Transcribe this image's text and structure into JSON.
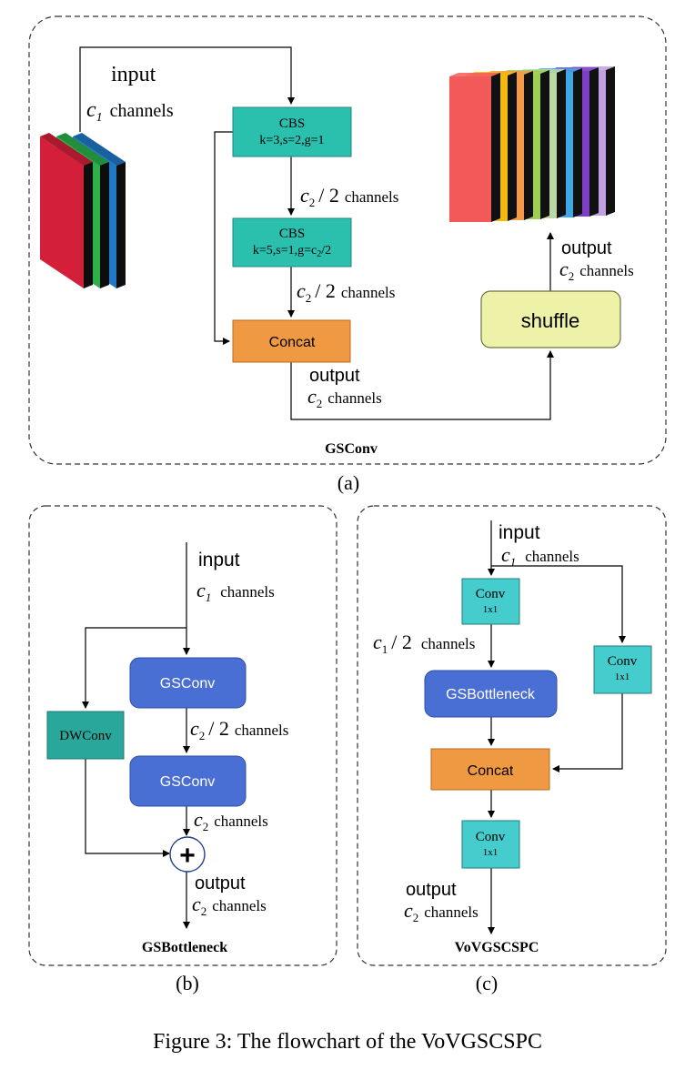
{
  "panel_a": {
    "title": "GSConv",
    "caption": "(a)",
    "input_label": "input",
    "input_channels_var": "c",
    "input_channels_sub": "1",
    "channels_word": "channels",
    "cbs1_title": "CBS",
    "cbs1_params": "k=3,s=2,g=1",
    "half_var": "c",
    "half_sub": "2",
    "half_div": "/ 2",
    "half_word": "channels",
    "cbs2_title": "CBS",
    "cbs2_params_pre": "k=5,s=1,g=c",
    "cbs2_params_sub": "2",
    "cbs2_params_post": "/2",
    "half2_var": "c",
    "half2_sub": "2",
    "half2_div": "/ 2",
    "half2_word": "channels",
    "concat_label": "Concat",
    "output_label": "output",
    "output_var": "c",
    "output_sub": "2",
    "output_word": "channels",
    "shuffle_label": "shuffle",
    "output2_label": "output",
    "output2_var": "c",
    "output2_sub": "2",
    "output2_word": "channels"
  },
  "panel_b": {
    "title": "GSBottleneck",
    "caption": "(b)",
    "input_label": "input",
    "input_var": "c",
    "input_sub": "1",
    "input_word": "channels",
    "gsconv1_label": "GSConv",
    "dwconv_label": "DWConv",
    "half_var": "c",
    "half_sub": "2",
    "half_div": "/ 2",
    "half_word": "channels",
    "gsconv2_label": "GSConv",
    "c2_var": "c",
    "c2_sub": "2",
    "c2_word": "channels",
    "output_label": "output",
    "output_var": "c",
    "output_sub": "2",
    "output_word": "channels",
    "plus": "+"
  },
  "panel_c": {
    "title": "VoVGSCSPC",
    "caption": "(c)",
    "input_label": "input",
    "input_var": "c",
    "input_sub": "1",
    "input_word": "channels",
    "conv1_title": "Conv",
    "conv1_sub": "1x1",
    "half_var": "c",
    "half_sub": "1",
    "half_div": "/ 2",
    "half_word": "channels",
    "gsb_label": "GSBottleneck",
    "conv_side_title": "Conv",
    "conv_side_sub": "1x1",
    "concat_label": "Concat",
    "conv3_title": "Conv",
    "conv3_sub": "1x1",
    "output_label": "output",
    "output_var": "c",
    "output_sub": "2",
    "output_word": "channels"
  },
  "figure_caption": "Figure 3: The flowchart of the VoVGSCSPC",
  "colors": {
    "cbs_teal": "#2bbfae",
    "concat_orange": "#ef9a43",
    "shuffle_yellow": "#eef2a8",
    "gsconv_blue": "#4a6fd4",
    "dwconv_teal": "#2aa79b",
    "conv_cyan": "#45cccc",
    "input_layer_colors": [
      "#d41f3a",
      "#2bb04a",
      "#1f78c8"
    ],
    "output_layer_colors": [
      "#f25a5a",
      "#f2b90f",
      "#f49a48",
      "#9ccf52",
      "#bcd8a6",
      "#3ea8e6",
      "#7b3fc4",
      "#c1a0e2"
    ]
  }
}
